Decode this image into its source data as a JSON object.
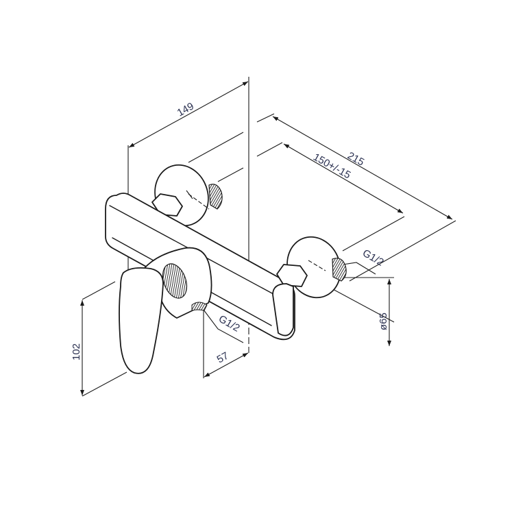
{
  "drawing": {
    "dimensions": {
      "overall_depth": "149",
      "overall_width": "215",
      "connection_spacing": "150+/-15",
      "inlet_thread": "G1/2",
      "flange_diameter": "ø65",
      "handle_height": "102",
      "outlet_thread": "G1/2",
      "outlet_offset": "57"
    },
    "line_color": "#1a1a1a",
    "label_color": "#2a3050"
  }
}
